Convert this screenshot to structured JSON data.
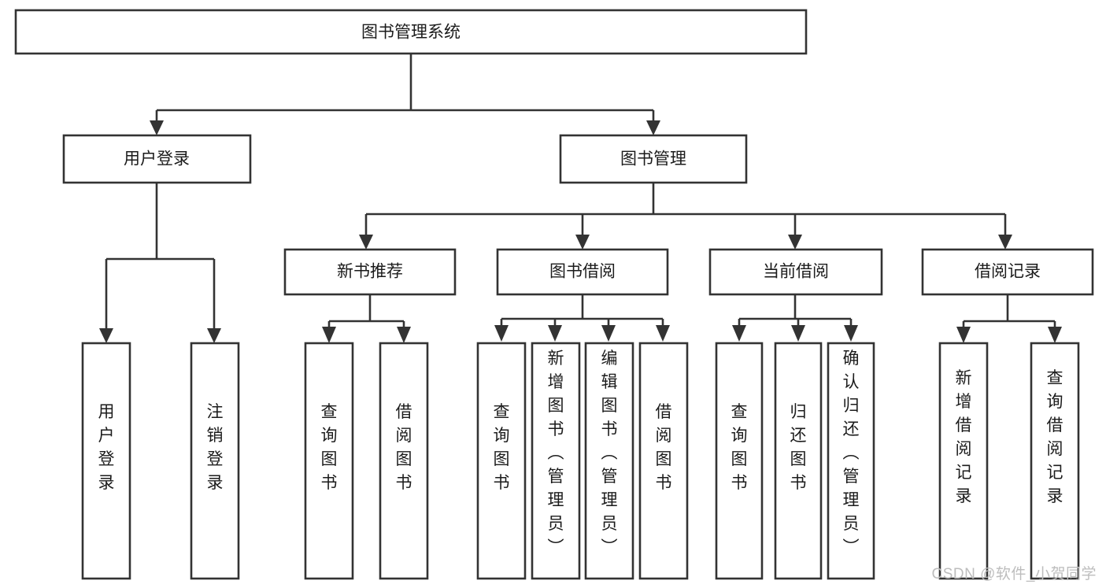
{
  "diagram": {
    "type": "tree-hierarchy",
    "title": "图书管理系统",
    "watermark": "CSDN @软件_小贺同学",
    "colors": {
      "stroke": "#333333",
      "fill": "#ffffff",
      "text": "#1b1b1b",
      "watermark": "#bdbdbd"
    },
    "levels": {
      "root": {
        "label": "图书管理系统"
      },
      "level2": [
        {
          "label": "用户登录"
        },
        {
          "label": "图书管理"
        }
      ],
      "level3": [
        {
          "label": "新书推荐"
        },
        {
          "label": "图书借阅"
        },
        {
          "label": "当前借阅"
        },
        {
          "label": "借阅记录"
        }
      ],
      "leaves": {
        "user_login": [
          {
            "label": "用户登录"
          },
          {
            "label": "注销登录"
          }
        ],
        "new_book_recommend": [
          {
            "label": "查询图书"
          },
          {
            "label": "借阅图书"
          }
        ],
        "book_borrow": [
          {
            "label": "查询图书"
          },
          {
            "label": "新增图书（管理员）"
          },
          {
            "label": "编辑图书（管理员）"
          },
          {
            "label": "借阅图书"
          }
        ],
        "current_borrow": [
          {
            "label": "查询图书"
          },
          {
            "label": "归还图书"
          },
          {
            "label": "确认归还（管理员）"
          }
        ],
        "borrow_records": [
          {
            "label": "新增借阅记录"
          },
          {
            "label": "查询借阅记录"
          }
        ]
      }
    }
  }
}
